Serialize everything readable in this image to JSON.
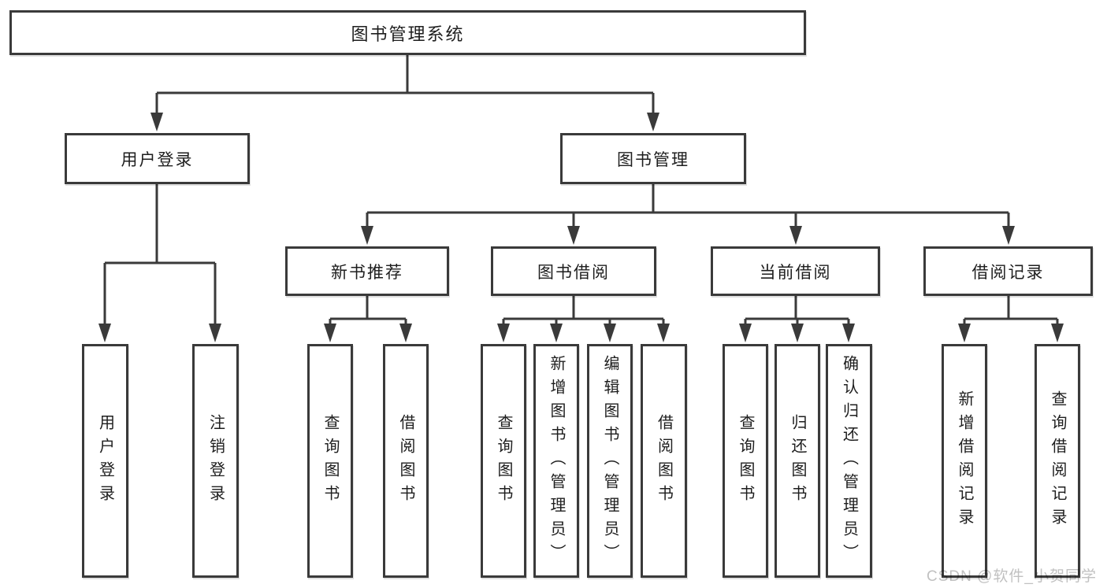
{
  "diagram": {
    "type": "hierarchy",
    "tree": {
      "label": "图书管理系统",
      "children": [
        {
          "label": "用户登录",
          "children": [
            {
              "label": "用户登录"
            },
            {
              "label": "注销登录"
            }
          ]
        },
        {
          "label": "图书管理",
          "children": [
            {
              "label": "新书推荐",
              "children": [
                {
                  "label": "查询图书"
                },
                {
                  "label": "借阅图书"
                }
              ]
            },
            {
              "label": "图书借阅",
              "children": [
                {
                  "label": "查询图书"
                },
                {
                  "label": "新增图书（管理员）"
                },
                {
                  "label": "编辑图书（管理员）"
                },
                {
                  "label": "借阅图书"
                }
              ]
            },
            {
              "label": "当前借阅",
              "children": [
                {
                  "label": "查询图书"
                },
                {
                  "label": "归还图书"
                },
                {
                  "label": "确认归还（管理员）"
                }
              ]
            },
            {
              "label": "借阅记录",
              "children": [
                {
                  "label": "新增借阅记录"
                },
                {
                  "label": "查询借阅记录"
                }
              ]
            }
          ]
        }
      ]
    },
    "colors": {
      "line": "#3a3a3a",
      "text": "#1e1e1e",
      "box_background": "#ffffff",
      "watermark": "#c1c1c1"
    }
  },
  "watermark": "CSDN @软件_小贺同学"
}
